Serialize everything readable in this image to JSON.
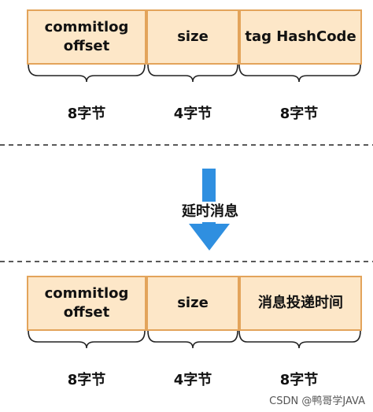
{
  "top_row": {
    "cells": [
      "commitlog\noffset",
      "size",
      "tag HashCode"
    ],
    "sizes": [
      "8字节",
      "4字节",
      "8字节"
    ]
  },
  "transition": {
    "label": "延时消息"
  },
  "bottom_row": {
    "cells": [
      "commitlog\noffset",
      "size",
      "消息投递时间"
    ],
    "sizes": [
      "8字节",
      "4字节",
      "8字节"
    ]
  },
  "watermark": "CSDN @鸭哥学JAVA",
  "colors": {
    "cell_fill": "#fde7c8",
    "cell_border": "#e3a45b",
    "arrow": "#2f8fe0"
  }
}
